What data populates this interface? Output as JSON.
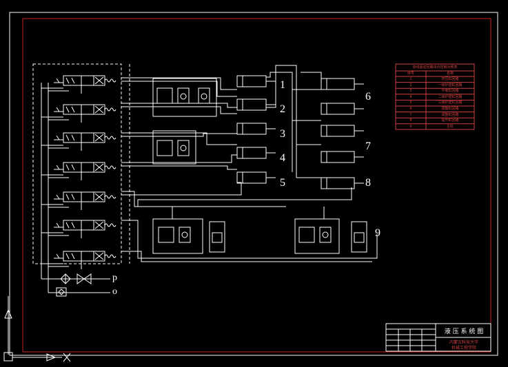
{
  "cylinder_numbers": [
    "1",
    "2",
    "3",
    "4",
    "5",
    "6",
    "7",
    "8",
    "9"
  ],
  "ports": {
    "pressure": "p",
    "return": "o"
  },
  "title_block": {
    "title": "液 压 系 统 图",
    "org_line1": "内蒙古科技大学",
    "org_line2": "机械工程学院"
  },
  "legend_table": {
    "title": "单线驱动回路块示控制对照表",
    "headers": [
      "序号",
      "名称"
    ],
    "rows": [
      [
        "1",
        "挤压缸回路"
      ],
      [
        "2",
        "一级护壁缸回路"
      ],
      [
        "3",
        "平衡缸回路"
      ],
      [
        "4",
        "二级护壁缸回路"
      ],
      [
        "5",
        "三级护壁缸回路"
      ],
      [
        "6",
        "调整缸回路"
      ],
      [
        "7",
        "调整缸回路"
      ],
      [
        "8",
        "提升缸回路"
      ],
      [
        "9",
        "主缸"
      ]
    ]
  },
  "colors": {
    "background": "#000000",
    "frame": "#cc2222",
    "lines": "#ffffff",
    "table": "#d04040"
  }
}
